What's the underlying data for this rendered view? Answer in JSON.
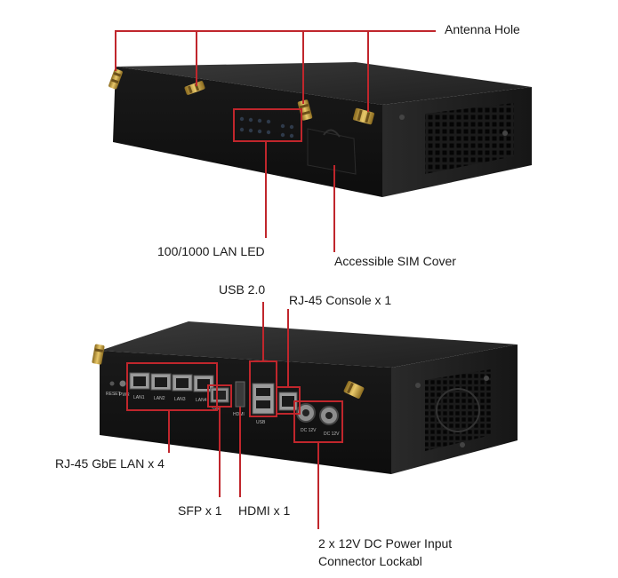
{
  "callouts": {
    "antenna_hole": "Antenna Hole",
    "lan_led": "100/1000 LAN LED",
    "sim_cover": "Accessible SIM Cover",
    "usb": "USB 2.0",
    "console": "RJ-45 Console x 1",
    "gbe_lan": "RJ-45 GbE LAN x 4",
    "sfp": "SFP x 1",
    "hdmi": "HDMI x 1",
    "dc_power_line1": "2 x 12V DC Power Input",
    "dc_power_line2": "Connector Lockabl"
  },
  "panel_text": {
    "reset": "RESET",
    "pwr": "PWR",
    "lan_ports": [
      "LAN1",
      "LAN2",
      "LAN3",
      "LAN4"
    ],
    "sfp": "SFP",
    "hdmi": "HDMI",
    "usb": "USB",
    "dc_left": "DC 12V",
    "dc_right": "DC 12V"
  },
  "colors": {
    "callout_line": "#c0262c",
    "chassis": "#1c1c1c",
    "antenna": "#c9a23a"
  }
}
